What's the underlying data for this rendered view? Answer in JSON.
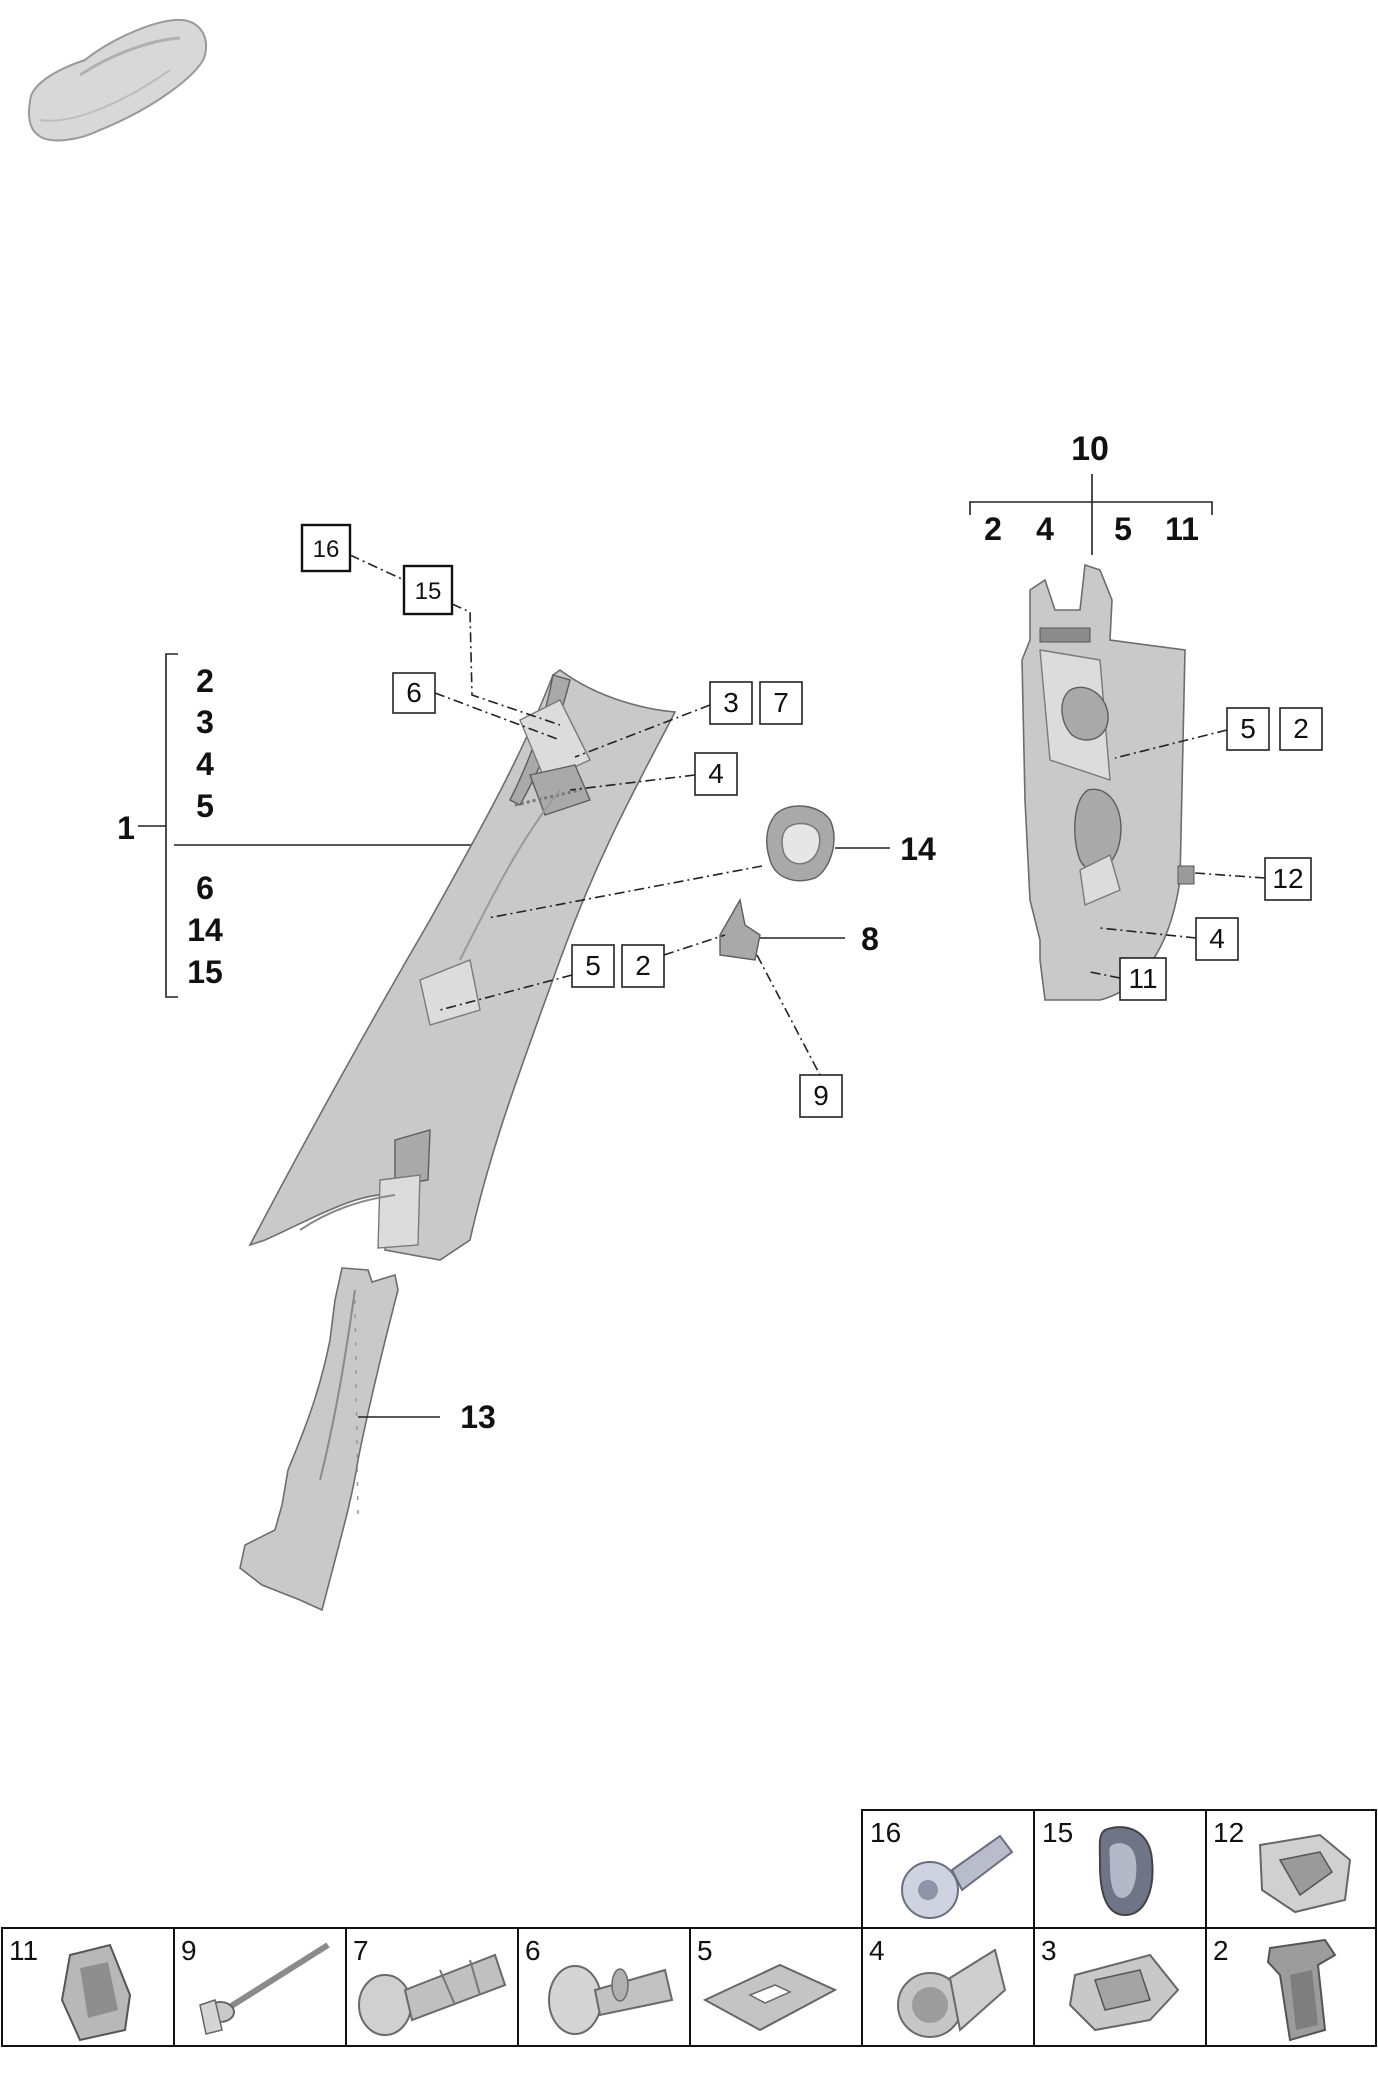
{
  "diagram": {
    "group1": {
      "main": "1",
      "upper": [
        "2",
        "3",
        "4",
        "5"
      ],
      "lower": [
        "6",
        "14",
        "15"
      ]
    },
    "group10": {
      "main": "10",
      "subs": [
        "2",
        "4",
        "5",
        "11"
      ]
    },
    "callouts": {
      "c16": "16",
      "c15": "15",
      "c6": "6",
      "c3": "3",
      "c7": "7",
      "c4": "4",
      "c14": "14",
      "c8": "8",
      "c5": "5",
      "c2": "2",
      "c9": "9",
      "c13": "13",
      "r5": "5",
      "r2": "2",
      "r12": "12",
      "r4": "4",
      "r11": "11"
    }
  },
  "legend": {
    "top_row": [
      "16",
      "15",
      "12"
    ],
    "bottom_row": [
      "11",
      "9",
      "7",
      "6",
      "5",
      "4",
      "3",
      "2"
    ]
  }
}
